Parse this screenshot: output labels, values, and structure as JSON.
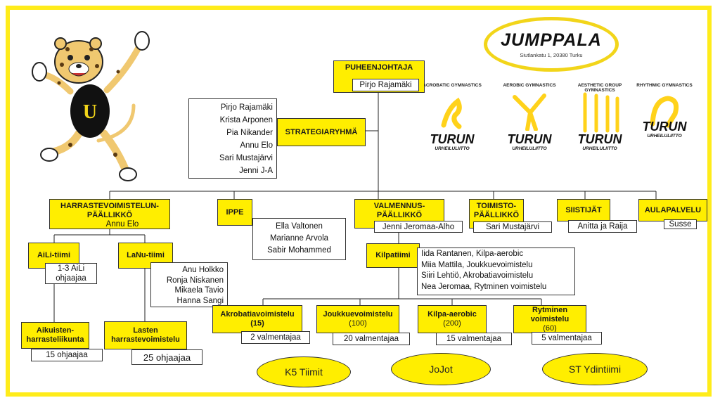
{
  "org": {
    "puheenjohtaja": {
      "title": "PUHEENJOHTAJA",
      "name": "Pirjo Rajamäki"
    },
    "strategia": {
      "title": "STRATEGIARYHMÄ",
      "members": [
        "Pirjo Rajamäki",
        "Krista Arponen",
        "Pia Nikander",
        "Annu Elo",
        "Sari Mustajärvi",
        "Jenni J-A"
      ]
    },
    "harraste": {
      "title": "HARRASTEVOIMISTELUN-PÄÄLLIKKÖ",
      "name": "Annu Elo"
    },
    "ippe": {
      "title": "IPPE",
      "members": [
        "Ella Valtonen",
        "Marianne Arvola",
        "Sabir Mohammed"
      ]
    },
    "valmennus": {
      "title": "VALMENNUS-PÄÄLLIKKÖ",
      "name": "Jenni Jeromaa-Alho"
    },
    "toimisto": {
      "title": "TOIMISTO-PÄÄLLIKKÖ",
      "name": "Sari Mustajärvi"
    },
    "siistijat": {
      "title": "SIISTIJÄT",
      "name": "Anitta ja Raija"
    },
    "aulapalvelu": {
      "title": "AULAPALVELU",
      "name": "Susse"
    },
    "aili": {
      "title": "AiLi-tiimi",
      "note": "1-3 AiLi ohjaajaa"
    },
    "lanu": {
      "title": "LaNu-tiimi",
      "members": [
        "Anu Holkko",
        "Ronja Niskanen",
        "Mikaela Tavio",
        "Hanna Sangi"
      ]
    },
    "aikuisten": {
      "title": "Aikuisten-harrasteliikunta",
      "note": "15 ohjaajaa"
    },
    "lasten": {
      "title": "Lasten harrastevoimistelu",
      "note": "25 ohjaajaa"
    },
    "kilpatiimi": {
      "title": "Kilpatiimi",
      "members": [
        "Iida Rantanen, Kilpa-aerobic",
        "Miia Mattila, Joukkuevoimistelu",
        "Siiri Lehtiö, Akrobatiavoimistelu",
        "Nea Jeromaa, Rytminen voimistelu"
      ]
    },
    "akro": {
      "title": "Akrobatiavoimistelu",
      "count": "(15)",
      "note": "2 valmentajaa"
    },
    "joukkue": {
      "title": "Joukkuevoimistelu",
      "count": "(100)",
      "note": "20 valmentajaa"
    },
    "kilpaaerobic": {
      "title": "Kilpa-aerobic",
      "count": "(200)",
      "note": "15 valmentajaa"
    },
    "rytminen": {
      "title": "Rytminen voimistelu",
      "count": "(60)",
      "note": "5 valmentajaa"
    }
  },
  "teams": [
    "K5 Tiimit",
    "JoJot",
    "ST Ydintiimi"
  ],
  "logo": {
    "title": "JUMPPALA",
    "address": "Siutlankatu 1, 20380 Turku"
  },
  "sport_logos": [
    {
      "title": "ACROBATIC GYMNASTICS",
      "brand": "TURUN",
      "sub": "URHEILULIITTO"
    },
    {
      "title": "AEROBIC GYMNASTICS",
      "brand": "TURUN",
      "sub": "URHEILULIITTO"
    },
    {
      "title": "AESTHETIC GROUP GYMNASTICS",
      "brand": "TURUN",
      "sub": "URHEILULIITTO"
    },
    {
      "title": "RHYTHMIC GYMNASTICS",
      "brand": "TURUN",
      "sub": "URHEILULIITTO"
    }
  ],
  "colors": {
    "frame": "#ffec1a",
    "box": "#ffee00",
    "line": "#222222"
  }
}
